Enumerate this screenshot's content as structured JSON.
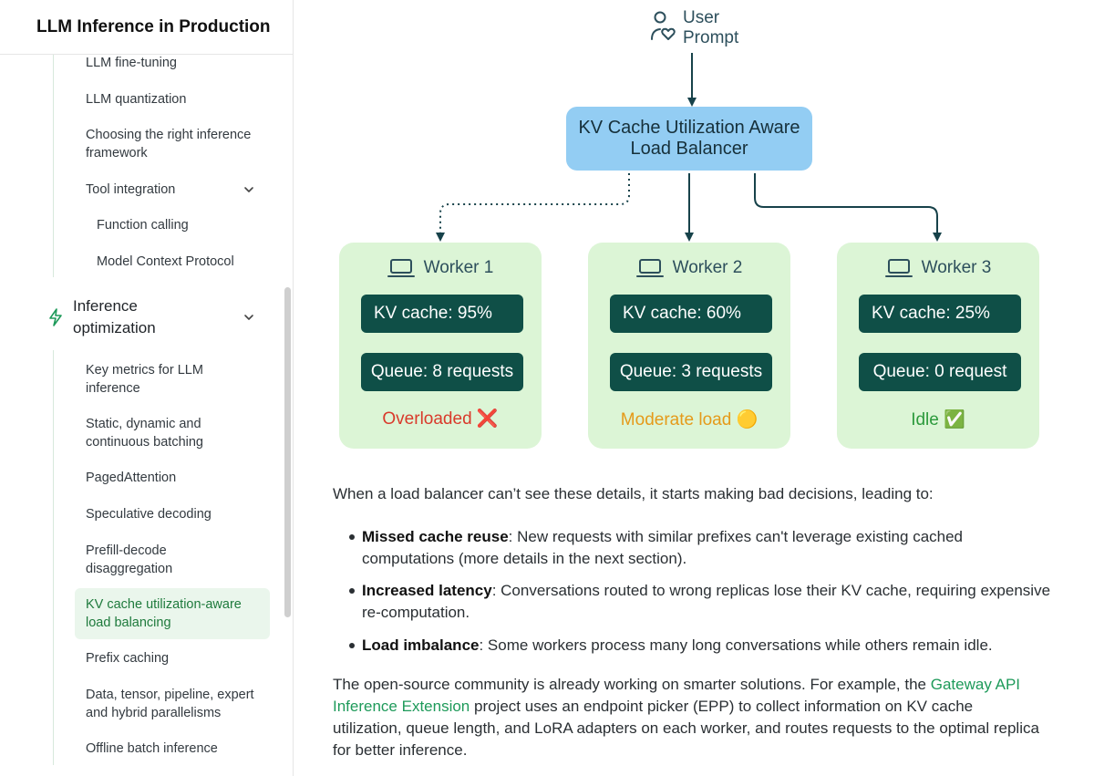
{
  "sidebar": {
    "title": "LLM Inference in Production",
    "items": [
      {
        "label": "LLM fine-tuning"
      },
      {
        "label": "LLM quantization"
      },
      {
        "label": "Choosing the right inference framework"
      },
      {
        "label": "Tool integration"
      },
      {
        "label": "Function calling"
      },
      {
        "label": "Model Context Protocol"
      }
    ],
    "section": {
      "label": "Inference optimization",
      "icon": "lightning-icon"
    },
    "section_items": [
      {
        "label": "Key metrics for LLM inference"
      },
      {
        "label": "Static, dynamic and continuous batching"
      },
      {
        "label": "PagedAttention"
      },
      {
        "label": "Speculative decoding"
      },
      {
        "label": "Prefill-decode disaggregation"
      },
      {
        "label": "KV cache utilization-aware load balancing",
        "active": true
      },
      {
        "label": "Prefix caching"
      },
      {
        "label": "Data, tensor, pipeline, expert and hybrid parallelisms"
      },
      {
        "label": "Offline batch inference"
      }
    ]
  },
  "diagram": {
    "user_label_1": "User",
    "user_label_2": "Prompt",
    "lb_line_1": "KV Cache Utilization Aware",
    "lb_line_2": "Load Balancer",
    "workers": [
      {
        "name": "Worker 1",
        "kv": "KV cache: 95%",
        "queue": "Queue: 8 requests",
        "status": "Overloaded ❌",
        "status_color": "#d93a2b"
      },
      {
        "name": "Worker 2",
        "kv": "KV cache: 60%",
        "queue": "Queue: 3 requests",
        "status": "Moderate load 🟡",
        "status_color": "#e59a1a"
      },
      {
        "name": "Worker 3",
        "kv": "KV cache: 25%",
        "queue": "Queue: 0 request",
        "status": "Idle ✅",
        "status_color": "#2c9a3c"
      }
    ]
  },
  "article": {
    "intro": "When a load balancer can’t see these details, it starts making bad decisions, leading to:",
    "bullets": [
      {
        "term": "Missed cache reuse",
        "text": ": New requests with similar prefixes can't leverage existing cached computations (more details in the next section)."
      },
      {
        "term": "Increased latency",
        "text": ": Conversations routed to wrong replicas lose their KV cache, requiring expensive re-computation."
      },
      {
        "term": "Load imbalance",
        "text": ": Some workers process many long conversations while others remain idle."
      }
    ],
    "closing_pre": "The open-source community is already working on smarter solutions. For example, the ",
    "closing_link": "Gateway API Inference Extension",
    "closing_post": " project uses an endpoint picker (EPP) to collect information on KV cache utilization, queue length, and LoRA adapters on each worker, and routes requests to the optimal replica for better inference."
  },
  "colors": {
    "accent_green": "#1e9a5a",
    "worker_bg": "#dcf5d6",
    "pill_bg": "#0f4f47",
    "lb_bg": "#93cdf3"
  }
}
